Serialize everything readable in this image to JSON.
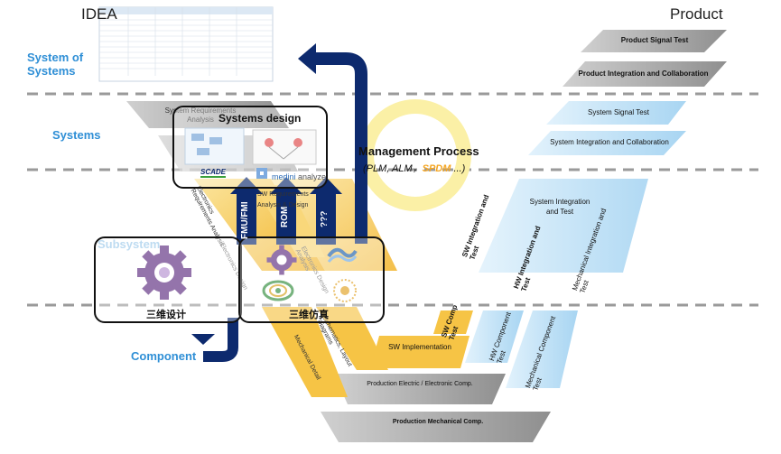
{
  "corners": {
    "left": "IDEA",
    "right": "Product"
  },
  "levels": [
    "System of Systems",
    "Systems",
    "Subsystem",
    "Component"
  ],
  "right_bands": [
    "Product Signal Test",
    "Product Integration and Collaboration",
    "System Signal Test",
    "System Integration and Collaboration",
    "System Integration and Test",
    "SW Integration and Test",
    "HW Integration and Test",
    "Mechanical Integration and Test",
    "SW Comp Test",
    "HW Component Test",
    "Mechanical Component Test"
  ],
  "left_bands": [
    "System Requirements Analysis",
    "Electronics Requirements Analysis",
    "Electronics Design",
    "SW Requirements Analysis & Design",
    "Mechanical Detail",
    "Schematics, Layout Diagrams",
    "Electronics Design Analysis"
  ],
  "bottom_bands": [
    "SW Implementation",
    "Production Electric / Electronic Comp.",
    "Production Mechanical Comp."
  ],
  "management": {
    "title": "Management Process",
    "sub_prefix": "(PLM, ALM，",
    "sub_highlight": "SPDM",
    "sub_suffix": " ...)"
  },
  "boxes": {
    "systems_design": "Systems design",
    "design_3d": "三维设计",
    "sim_3d": "三维仿真"
  },
  "arrows": [
    "FMU/FMI",
    "ROM",
    "???"
  ],
  "logos": {
    "scade": "SCADE",
    "medini": "medini",
    "analyze": "analyze"
  },
  "colors": {
    "gray": "#a6a6a6",
    "blue": "#bfe0f6",
    "yellow": "#f6c445",
    "navy": "#0d2a6e",
    "level": "#2f8fd6"
  }
}
